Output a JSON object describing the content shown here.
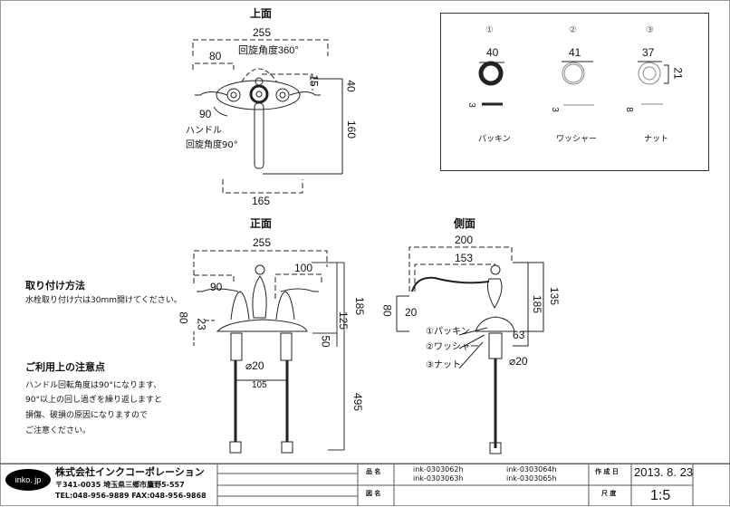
{
  "views": {
    "top": {
      "title": "上面",
      "dims": {
        "overall_width": "255",
        "handle_offset": "80",
        "rotation": "回旋角度360°",
        "spout_offset": "15",
        "depth_top": "40",
        "spout_length": "160",
        "center_span": "165",
        "handle_angle": "90"
      },
      "handle_label_1": "ハンドル",
      "handle_label_2": "回旋角度90°"
    },
    "front": {
      "title": "正面",
      "dims": {
        "overall_width": "255",
        "right_handle": "100",
        "left_handle": "90",
        "handle_height": "80",
        "base_height": "23",
        "shank": "50",
        "height_125": "125",
        "height_185": "185",
        "diameter": "⌀20",
        "hole_pitch": "105",
        "hose_length": "495"
      }
    },
    "side": {
      "title": "側面",
      "dims": {
        "overall_depth": "200",
        "spout_reach": "153",
        "spout_height": "80",
        "spout_dia": "20",
        "height_185": "185",
        "height_135": "135",
        "base_dia": "63",
        "diameter": "⌀20"
      },
      "callouts": [
        "①パッキン",
        "②ワッシャー",
        "③ナット"
      ]
    }
  },
  "parts": [
    {
      "num": "①",
      "name": "パッキン",
      "diameter": "40",
      "thickness": "3"
    },
    {
      "num": "②",
      "name": "ワッシャー",
      "diameter": "41",
      "thickness": "3"
    },
    {
      "num": "③",
      "name": "ナット",
      "diameter": "37",
      "inner": "21",
      "thickness": "8"
    }
  ],
  "notes": {
    "install_heading": "取り付け方法",
    "install_text": "水栓取り付け穴は30mm開けてください。",
    "caution_heading": "ご利用上の注意点",
    "caution_lines": [
      "ハンドル回転角度は90°になります、",
      "90°以上の回し過ぎを繰り返しますと",
      "損傷、破損の原因になりますので",
      "ご注意ください。"
    ]
  },
  "title_block": {
    "logo": "inko. jp",
    "company": "株式会社インクコーポレーション",
    "address": "〒341-0035 埼玉県三郷市鷹野5-557",
    "contact": "TEL:048-956-9889  FAX:048-956-9868",
    "product_label": "品 名",
    "products": [
      "ink-0303062h",
      "ink-0303064h",
      "ink-0303063h",
      "ink-0303065h"
    ],
    "drawing_label": "図 名",
    "date_label": "作 成 日",
    "date": "2013. 8. 23",
    "scale_label": "尺 度",
    "scale": "1:5"
  }
}
